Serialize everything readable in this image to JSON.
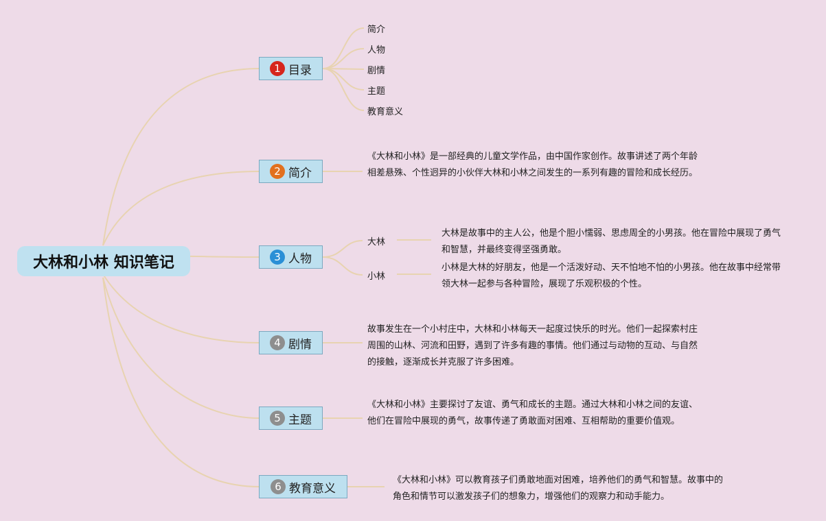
{
  "root": {
    "label": "大林和小林 知识笔记"
  },
  "branches": [
    {
      "num": "1",
      "label": "目录",
      "badge_color": "#d6261d"
    },
    {
      "num": "2",
      "label": "简介",
      "badge_color": "#e2701e"
    },
    {
      "num": "3",
      "label": "人物",
      "badge_color": "#2a8fd6"
    },
    {
      "num": "4",
      "label": "剧情",
      "badge_color": "#8e8e8e"
    },
    {
      "num": "5",
      "label": "主题",
      "badge_color": "#8e8e8e"
    },
    {
      "num": "6",
      "label": "教育意义",
      "badge_color": "#8e8e8e"
    }
  ],
  "toc": [
    "简介",
    "人物",
    "剧情",
    "主题",
    "教育意义"
  ],
  "intro": "《大林和小林》是一部经典的儿童文学作品，由中国作家创作。故事讲述了两个年龄相差悬殊、个性迥异的小伙伴大林和小林之间发生的一系列有趣的冒险和成长经历。",
  "characters": [
    {
      "name": "大林",
      "desc": "大林是故事中的主人公，他是个胆小懦弱、思虑周全的小男孩。他在冒险中展现了勇气和智慧，并最终变得坚强勇敢。"
    },
    {
      "name": "小林",
      "desc": "小林是大林的好朋友，他是一个活泼好动、天不怕地不怕的小男孩。他在故事中经常带领大林一起参与各种冒险，展现了乐观积极的个性。"
    }
  ],
  "plot": "故事发生在一个小村庄中，大林和小林每天一起度过快乐的时光。他们一起探索村庄周围的山林、河流和田野，遇到了许多有趣的事情。他们通过与动物的互动、与自然的接触，逐渐成长并克服了许多困难。",
  "theme": "《大林和小林》主要探讨了友谊、勇气和成长的主题。通过大林和小林之间的友谊、他们在冒险中展现的勇气，故事传递了勇敢面对困难、互相帮助的重要价值观。",
  "education": "《大林和小林》可以教育孩子们勇敢地面对困难，培养他们的勇气和智慧。故事中的角色和情节可以激发孩子们的想象力，增强他们的观察力和动手能力。",
  "colors": {
    "background": "#eedbe8",
    "connector": "#e8d3b0",
    "node_fill": "#bde0ef"
  }
}
